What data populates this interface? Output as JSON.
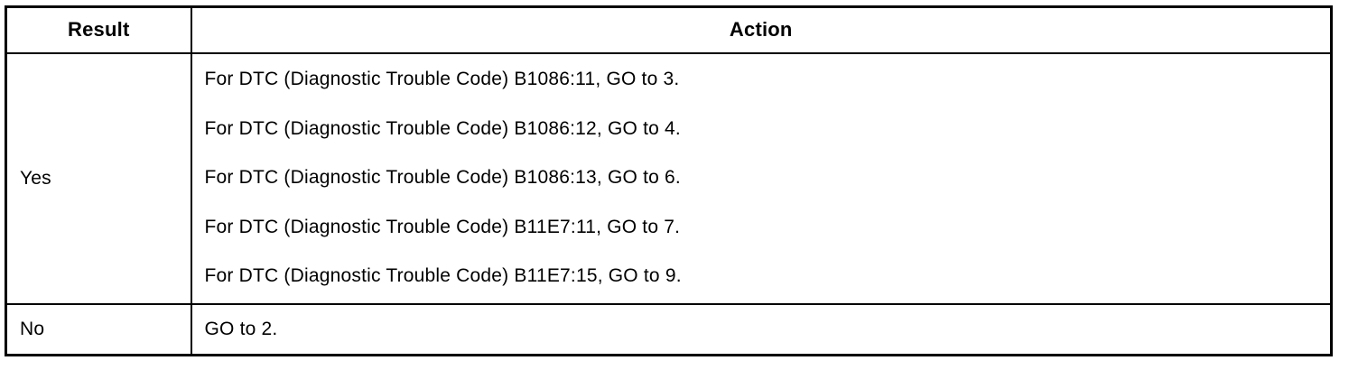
{
  "table": {
    "headers": {
      "result": "Result",
      "action": "Action"
    },
    "rows": [
      {
        "result": "Yes",
        "actions": [
          "For DTC (Diagnostic Trouble Code) B1086:11, GO to 3.",
          "For DTC (Diagnostic Trouble Code) B1086:12, GO to 4.",
          "For DTC (Diagnostic Trouble Code) B1086:13, GO to 6.",
          "For DTC (Diagnostic Trouble Code) B11E7:11, GO to 7.",
          "For DTC (Diagnostic Trouble Code) B11E7:15, GO to 9."
        ]
      },
      {
        "result": "No",
        "actions": [
          "GO to 2."
        ]
      }
    ]
  },
  "colors": {
    "border": "#000000",
    "background": "#ffffff",
    "text": "#000000"
  }
}
